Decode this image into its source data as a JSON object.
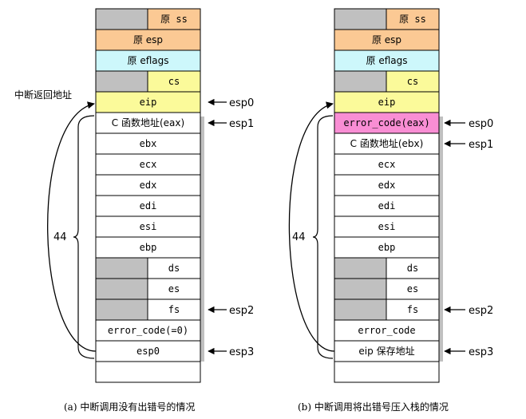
{
  "colors": {
    "orange": "#fbc994",
    "cyan": "#cdf7fb",
    "yellow": "#fbfa9a",
    "pink": "#f98ed4",
    "gray": "#c0c0c0",
    "white": "#ffffff",
    "bar": "#c0c0c0"
  },
  "interrupt_return_label": "中断返回地址",
  "stacks": [
    {
      "id": "a",
      "caption": "(a)  中断调用没有出错号的情况",
      "brace_label": "44",
      "rows": [
        {
          "label": "原 ss",
          "color": "orange",
          "split": true
        },
        {
          "label": "原 esp",
          "color": "orange"
        },
        {
          "label": "原 eflags",
          "color": "cyan"
        },
        {
          "label": "cs",
          "color": "yellow",
          "split": true
        },
        {
          "label": "eip",
          "color": "yellow"
        },
        {
          "label": "C 函数地址(eax)",
          "color": "white"
        },
        {
          "label": "ebx",
          "color": "white"
        },
        {
          "label": "ecx",
          "color": "white"
        },
        {
          "label": "edx",
          "color": "white"
        },
        {
          "label": "edi",
          "color": "white"
        },
        {
          "label": "esi",
          "color": "white"
        },
        {
          "label": "ebp",
          "color": "white"
        },
        {
          "label": "ds",
          "color": "white",
          "split": true
        },
        {
          "label": "es",
          "color": "white",
          "split": true
        },
        {
          "label": "fs",
          "color": "white",
          "split": true
        },
        {
          "label": "error_code(=0)",
          "color": "white"
        },
        {
          "label": "esp0",
          "color": "white"
        },
        {
          "label": "",
          "color": "white"
        }
      ],
      "pointers": [
        {
          "label": "esp0",
          "row": 4
        },
        {
          "label": "esp1",
          "row": 5
        },
        {
          "label": "esp2",
          "row": 14
        },
        {
          "label": "esp3",
          "row": 16
        }
      ]
    },
    {
      "id": "b",
      "caption": "(b)  中断调用将出错号压入栈的情况",
      "brace_label": "44",
      "rows": [
        {
          "label": "原 ss",
          "color": "orange",
          "split": true
        },
        {
          "label": "原 esp",
          "color": "orange"
        },
        {
          "label": "原 eflags",
          "color": "cyan"
        },
        {
          "label": "cs",
          "color": "yellow",
          "split": true
        },
        {
          "label": "eip",
          "color": "yellow"
        },
        {
          "label": "error_code(eax)",
          "color": "pink"
        },
        {
          "label": "C 函数地址(ebx)",
          "color": "white"
        },
        {
          "label": "ecx",
          "color": "white"
        },
        {
          "label": "edx",
          "color": "white"
        },
        {
          "label": "edi",
          "color": "white"
        },
        {
          "label": "esi",
          "color": "white"
        },
        {
          "label": "ebp",
          "color": "white"
        },
        {
          "label": "ds",
          "color": "white",
          "split": true
        },
        {
          "label": "es",
          "color": "white",
          "split": true
        },
        {
          "label": "fs",
          "color": "white",
          "split": true
        },
        {
          "label": "error_code",
          "color": "white"
        },
        {
          "label": "eip 保存地址",
          "color": "white"
        },
        {
          "label": "",
          "color": "white"
        }
      ],
      "pointers": [
        {
          "label": "esp0",
          "row": 5
        },
        {
          "label": "esp1",
          "row": 6
        },
        {
          "label": "esp2",
          "row": 14
        },
        {
          "label": "esp3",
          "row": 16
        }
      ]
    }
  ]
}
